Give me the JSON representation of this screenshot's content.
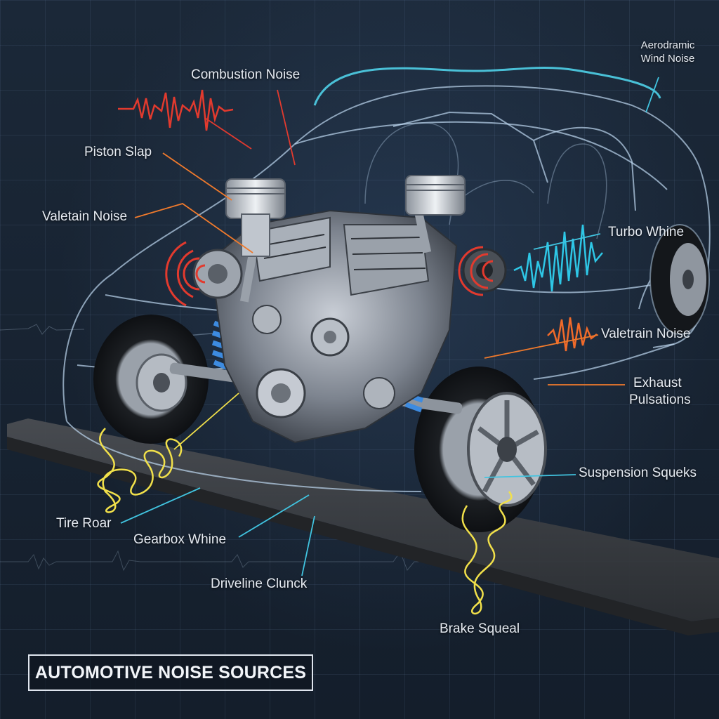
{
  "title": "AUTOMOTIVE NOISE SOURCES",
  "labels": {
    "combustion": "Combustion Noise",
    "aerodynamic_line1": "Aerodramic",
    "aerodynamic_line2": "Wind Noise",
    "piston_slap": "Piston Slap",
    "valetain": "Valetain Noise",
    "turbo_whine": "Turbo Whine",
    "valetrain": "Valetrain Noise",
    "exhaust_line1": "Exhaust",
    "exhaust_line2": "Pulsations",
    "suspension": "Suspension Squeks",
    "tire_roar": "Tire Roar",
    "gearbox": "Gearbox Whine",
    "driveline": "Driveline Clunck",
    "brake": "Brake Squeal"
  },
  "colors": {
    "combustion_wave": "#e23a2e",
    "turbo_wave": "#2ec7e6",
    "valetrain_wave": "#f06a2a",
    "tire_wave": "#f1e04a",
    "leader_orange": "#f07a2c",
    "leader_cyan": "#41c4e0",
    "leader_red": "#e23a2e"
  }
}
